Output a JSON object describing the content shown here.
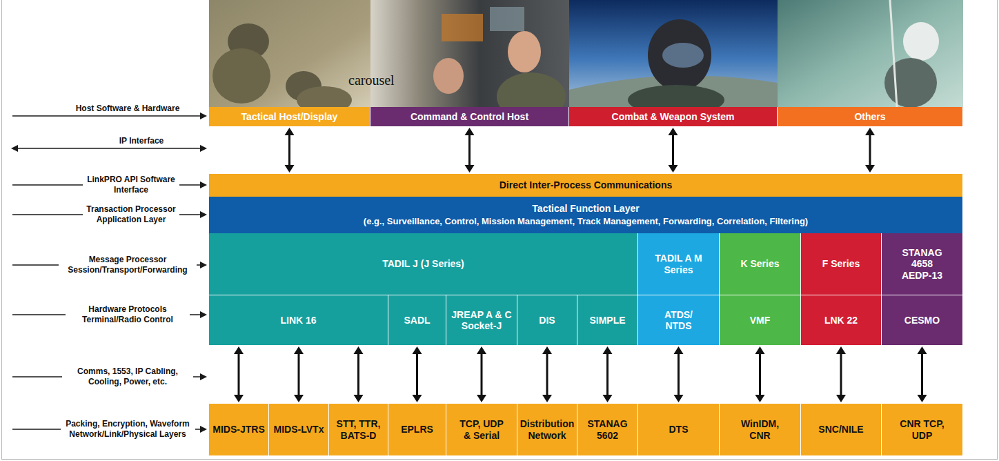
{
  "diagram": {
    "nodes": [
      {
        "text": [
          "Tactical Host/Display"
        ]
      },
      {
        "text": [
          "Command & Control Host"
        ]
      },
      {
        "text": [
          "Combat & Weapon System"
        ]
      },
      {
        "text": [
          "Others"
        ]
      },
      {
        "text": [
          "Direct Inter-Process Communications"
        ]
      },
      {
        "text": [
          "Tactical Function Layer",
          "(e.g., Surveillance, Control, Mission Management, Track Management, Forwarding, Correlation, Filtering)"
        ]
      },
      {
        "text": [
          "TADIL J (J Series)"
        ]
      },
      {
        "text": [
          "TADIL A M Series"
        ]
      },
      {
        "text": [
          "K Series"
        ]
      },
      {
        "text": [
          "F Series"
        ]
      },
      {
        "text": [
          "STANAG 4658 AEDP-13"
        ]
      },
      {
        "text": [
          "LINK 16"
        ]
      },
      {
        "text": [
          "SADL"
        ]
      },
      {
        "text": [
          "JREAP A & C Socket-J"
        ]
      },
      {
        "text": [
          "DIS"
        ]
      },
      {
        "text": [
          "SIMPLE"
        ]
      },
      {
        "text": [
          "ATDS/ NTDS"
        ]
      },
      {
        "text": [
          "VMF"
        ]
      },
      {
        "text": [
          "LNK 22"
        ]
      },
      {
        "text": [
          "CESMO"
        ]
      },
      {
        "text": [
          "MIDS-JTRS"
        ]
      },
      {
        "text": [
          "MIDS-LVTx"
        ]
      },
      {
        "text": [
          "STT, TTR, BATS-D"
        ]
      },
      {
        "text": [
          "EPLRS"
        ]
      },
      {
        "text": [
          "TCP, UDP & Serial"
        ]
      },
      {
        "text": [
          "Distribution Network"
        ]
      },
      {
        "text": [
          "STANAG 5602"
        ]
      },
      {
        "text": [
          "DTS"
        ]
      },
      {
        "text": [
          "WinIDM, CNR"
        ]
      },
      {
        "text": [
          "SNC/NILE"
        ]
      },
      {
        "text": [
          "CNR TCP, UDP"
        ]
      }
    ],
    "edges": [
      {
        "from": 0,
        "to": 4,
        "arrow": "both"
      },
      {
        "from": 1,
        "to": 4,
        "arrow": "both"
      },
      {
        "from": 2,
        "to": 4,
        "arrow": "both"
      },
      {
        "from": 3,
        "to": 4,
        "arrow": "both"
      },
      {
        "from": 11,
        "to": 20,
        "arrow": "both"
      },
      {
        "from": 11,
        "to": 21,
        "arrow": "both"
      },
      {
        "from": 11,
        "to": 22,
        "arrow": "both"
      },
      {
        "from": 12,
        "to": 23,
        "arrow": "both"
      },
      {
        "from": 13,
        "to": 24,
        "arrow": "both"
      },
      {
        "from": 14,
        "to": 25,
        "arrow": "both"
      },
      {
        "from": 15,
        "to": 26,
        "arrow": "both"
      },
      {
        "from": 16,
        "to": 27,
        "arrow": "both"
      },
      {
        "from": 17,
        "to": 28,
        "arrow": "both"
      },
      {
        "from": 18,
        "to": 29,
        "arrow": "both"
      },
      {
        "from": 19,
        "to": 30,
        "arrow": "both"
      }
    ],
    "labels": [
      "carousel",
      "Host Software & Hardware",
      "IP Interface",
      "LinkPRO API Software Interface",
      "Transaction Processor Application Layer",
      "Message Processor Session/Transport/Forwarding",
      "Hardware Protocols Terminal/Radio Control",
      "Comms, 1553, IP Cabling, Cooling, Power, etc.",
      "Packing, Encryption, Waveform Network/Link/Physical Layers"
    ]
  }
}
